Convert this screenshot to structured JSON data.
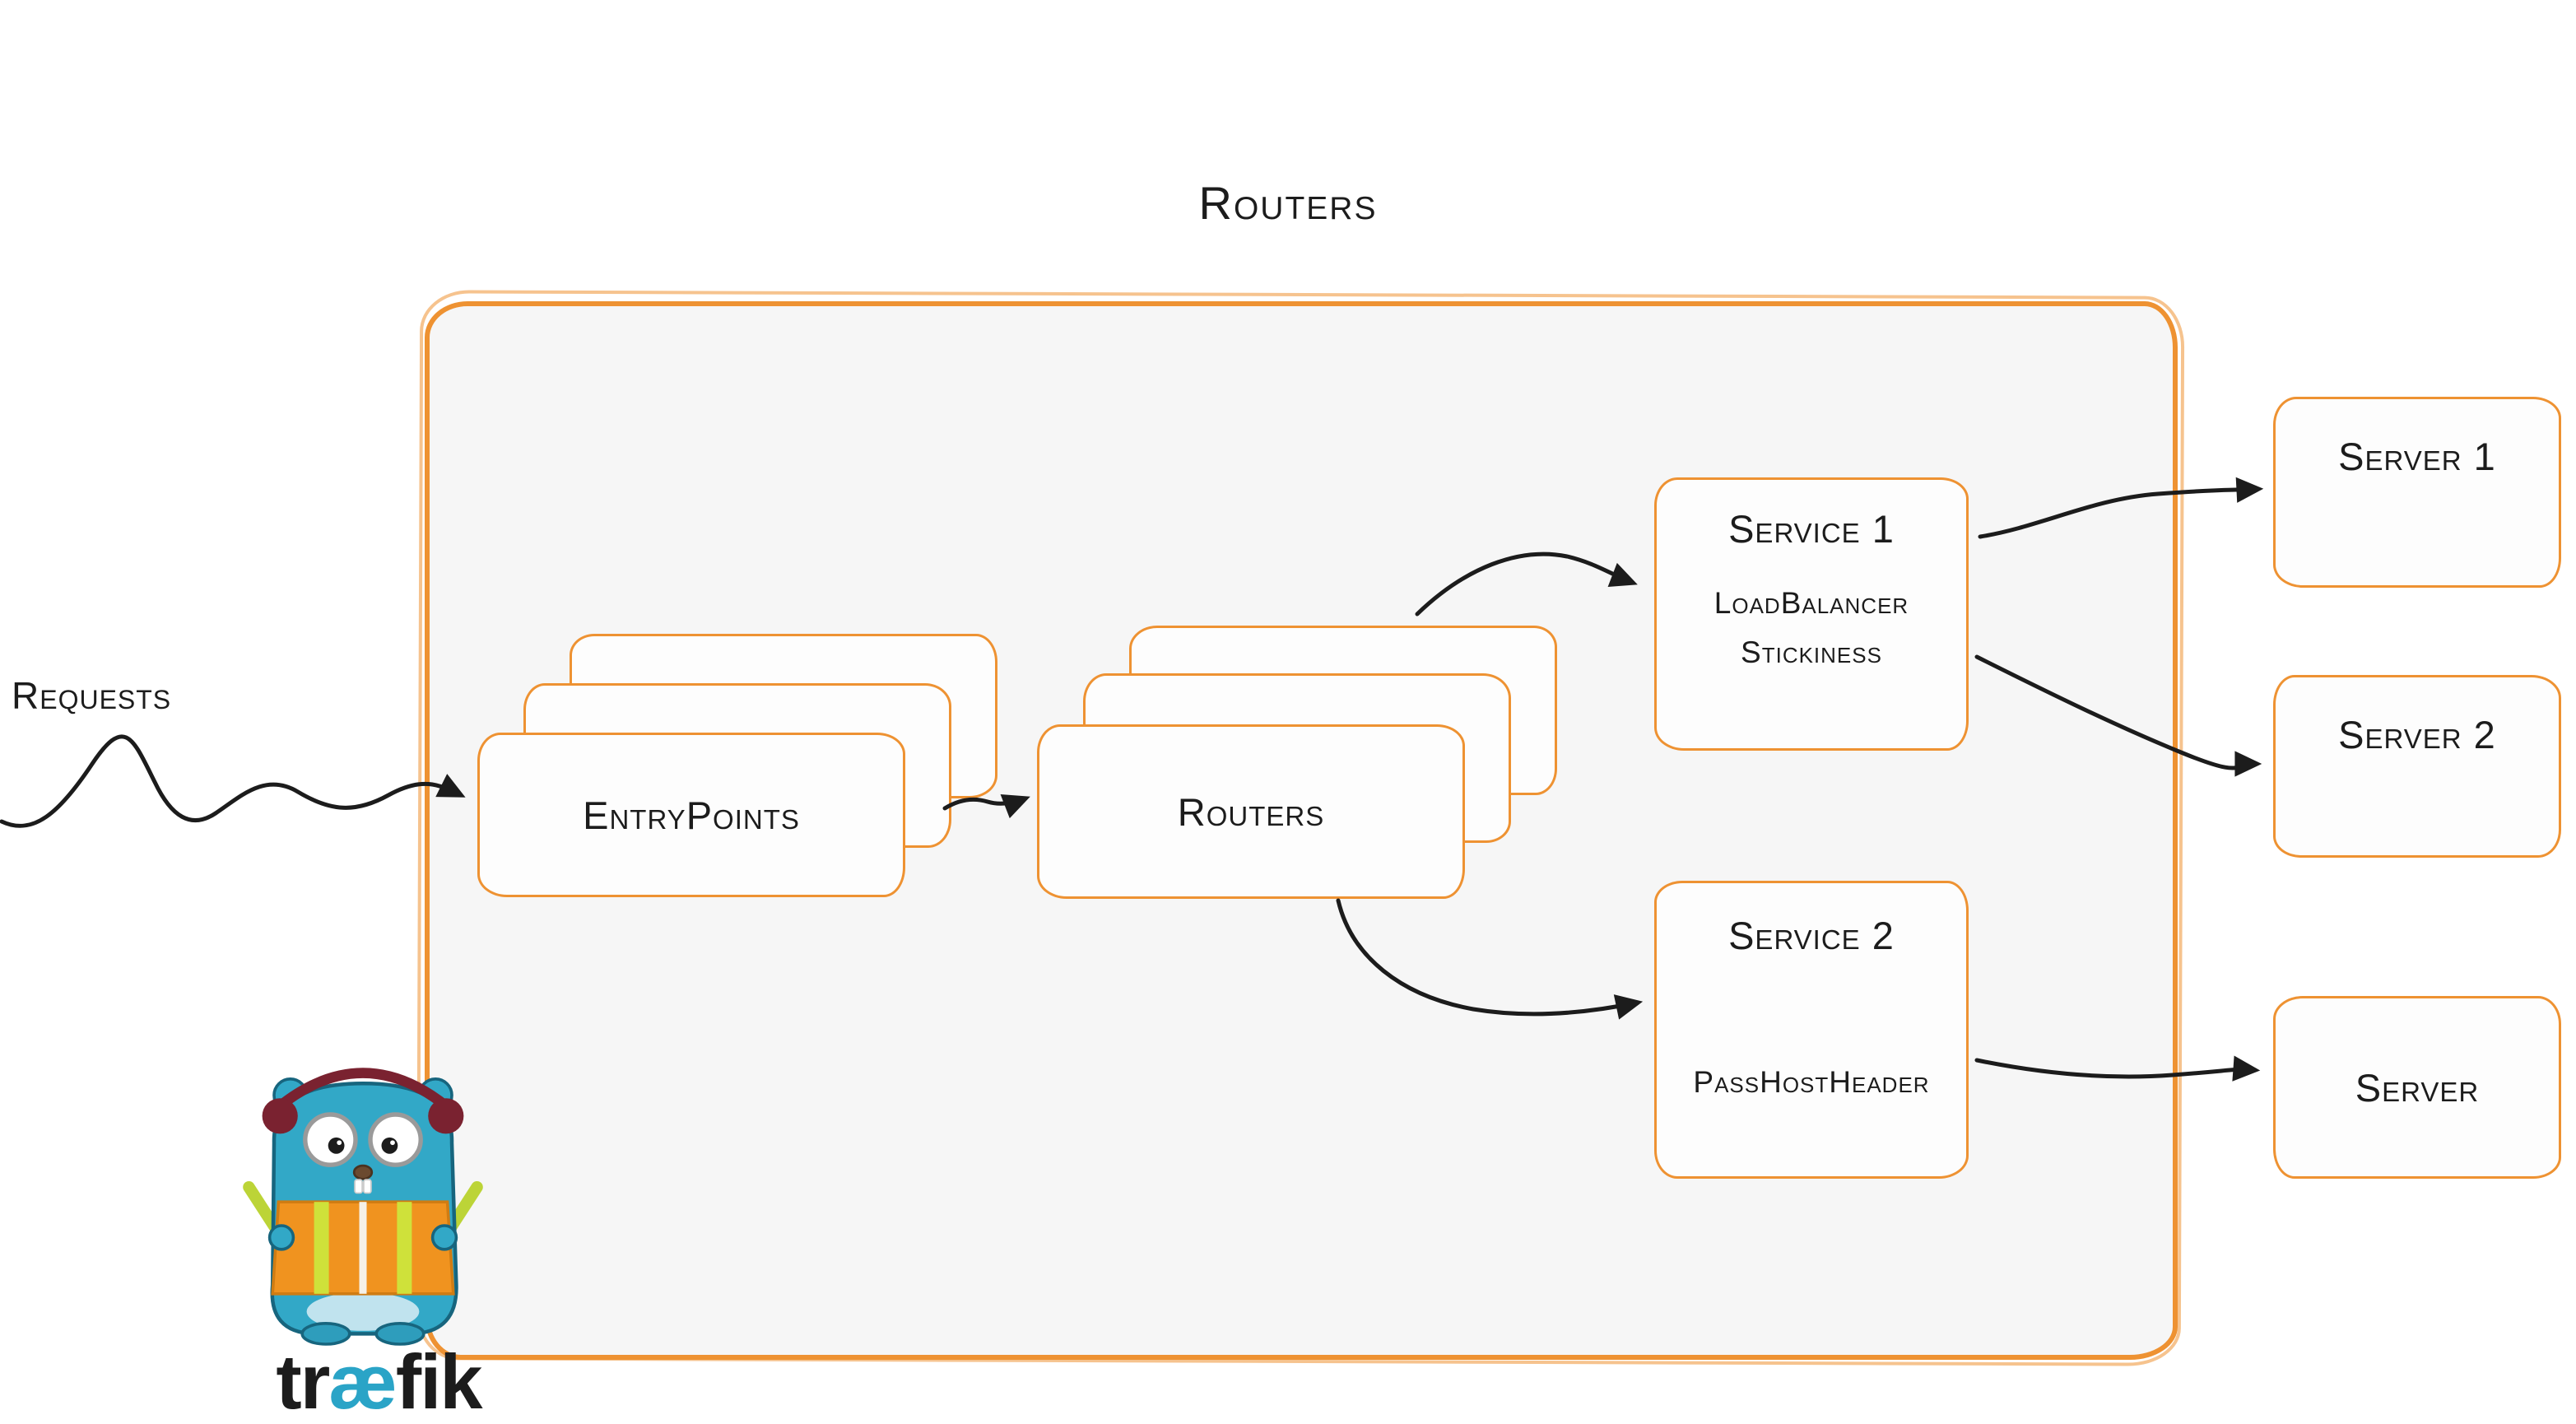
{
  "title": "Routers",
  "requests": {
    "label": "Requests"
  },
  "nodes": {
    "entrypoints": {
      "label": "EntryPoints"
    },
    "routers": {
      "label": "Routers"
    },
    "service1": {
      "title": "Service 1",
      "detail1": "LoadBalancer",
      "detail2": "Stickiness"
    },
    "service2": {
      "title": "Service 2",
      "detail1": "PassHostHeader"
    },
    "server1": {
      "label": "Server 1"
    },
    "server2": {
      "label": "Server 2"
    },
    "server3": {
      "label": "Server"
    }
  },
  "logo": {
    "prefix": "tr",
    "ligature": "æ",
    "suffix": "fik"
  },
  "colors": {
    "border_orange": "#ee9232",
    "container_fill": "#f6f6f6",
    "card_fill": "#fdfdfd",
    "arrow_black": "#1c1c1c",
    "logo_teal": "#2aa4c7",
    "mascot_blue": "#32a8c7",
    "vest_orange": "#f0931f",
    "glowstick_green": "#bcd437",
    "headphone_maroon": "#7a2230"
  }
}
